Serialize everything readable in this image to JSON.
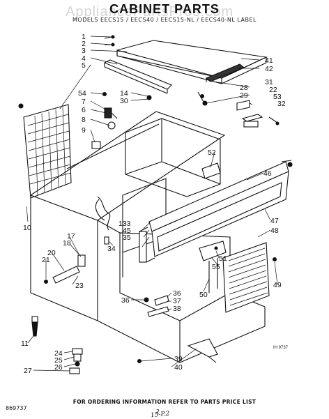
{
  "watermark": "AppliancePartsPros.com",
  "title": "CABINET PARTS",
  "subtitle": "MODELS EECS15 / EECS40 / EECS15-NL / EECS40-NL LABEL",
  "footer_note": "FOR ORDERING INFORMATION REFER TO PARTS PRICE LIST",
  "doc_number": "869737",
  "page_number": "2",
  "handwritten_note": "15-P.2",
  "figure_code": "IH 9737",
  "callouts": [
    {
      "id": "c1",
      "label": "1"
    },
    {
      "id": "c2",
      "label": "2"
    },
    {
      "id": "c3",
      "label": "3"
    },
    {
      "id": "c4",
      "label": "4"
    },
    {
      "id": "c5",
      "label": "5"
    },
    {
      "id": "c54",
      "label": "54"
    },
    {
      "id": "c7",
      "label": "7"
    },
    {
      "id": "c6",
      "label": "6"
    },
    {
      "id": "c8",
      "label": "8"
    },
    {
      "id": "c9",
      "label": "9"
    },
    {
      "id": "c14",
      "label": "14"
    },
    {
      "id": "c30",
      "label": "30"
    },
    {
      "id": "c41",
      "label": "41"
    },
    {
      "id": "c42",
      "label": "42"
    },
    {
      "id": "c28",
      "label": "28"
    },
    {
      "id": "c29",
      "label": "29"
    },
    {
      "id": "c31",
      "label": "31"
    },
    {
      "id": "c22",
      "label": "22"
    },
    {
      "id": "c53",
      "label": "53"
    },
    {
      "id": "c32",
      "label": "32"
    },
    {
      "id": "c52",
      "label": "52"
    },
    {
      "id": "c46",
      "label": "46"
    },
    {
      "id": "c10",
      "label": "10"
    },
    {
      "id": "c17",
      "label": "17"
    },
    {
      "id": "c18",
      "label": "18"
    },
    {
      "id": "c20",
      "label": "20"
    },
    {
      "id": "c21",
      "label": "21"
    },
    {
      "id": "c23",
      "label": "23"
    },
    {
      "id": "c133",
      "label": "133"
    },
    {
      "id": "c45",
      "label": "45"
    },
    {
      "id": "c35",
      "label": "35"
    },
    {
      "id": "c34",
      "label": "34"
    },
    {
      "id": "c47",
      "label": "47"
    },
    {
      "id": "c48",
      "label": "48"
    },
    {
      "id": "c51",
      "label": "51"
    },
    {
      "id": "c55",
      "label": "55"
    },
    {
      "id": "c49",
      "label": "49"
    },
    {
      "id": "c50",
      "label": "50"
    },
    {
      "id": "c36a",
      "label": "36"
    },
    {
      "id": "c37",
      "label": "37"
    },
    {
      "id": "c38",
      "label": "38"
    },
    {
      "id": "c36b",
      "label": "36"
    },
    {
      "id": "c11",
      "label": "11"
    },
    {
      "id": "c24",
      "label": "24"
    },
    {
      "id": "c25",
      "label": "25"
    },
    {
      "id": "c26",
      "label": "26"
    },
    {
      "id": "c27",
      "label": "27"
    },
    {
      "id": "c39",
      "label": "39"
    },
    {
      "id": "c40",
      "label": "40"
    }
  ]
}
